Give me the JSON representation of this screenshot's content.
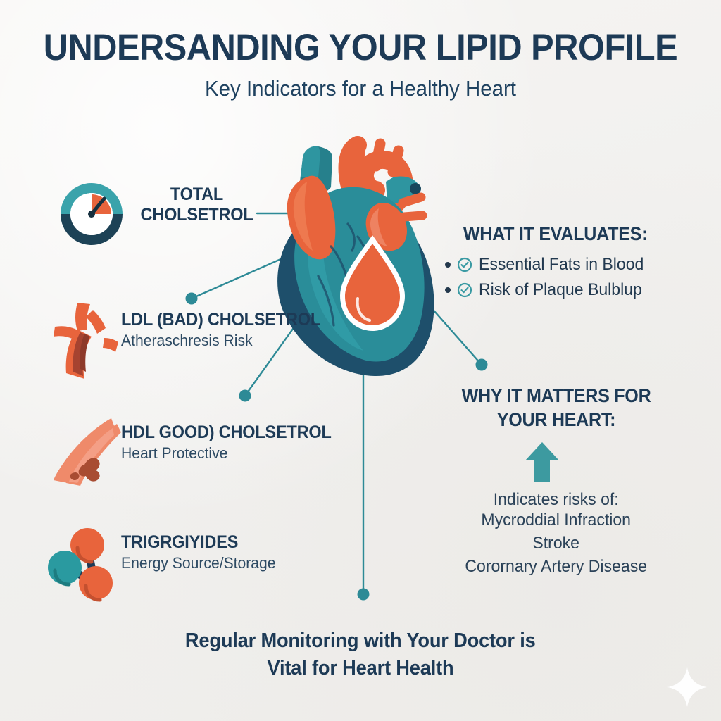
{
  "background_color": "#f3f2f0",
  "colors": {
    "navy": "#1d3a56",
    "teal": "#2d8a96",
    "teal_light": "#3a9aa3",
    "orange": "#e8643c",
    "coral": "#ef8a6a",
    "dark_navy": "#1e4f6b"
  },
  "header": {
    "title": "UNDERSANDING YOUR LIPID PROFILE",
    "subtitle": "Key Indicators for a Healthy Heart"
  },
  "metrics": [
    {
      "icon": "gauge-icon",
      "title_line1": "TOTAL",
      "title_line2": "CHOLSETROL",
      "subtitle": ""
    },
    {
      "icon": "artery-icon",
      "title_line1": "LDL (BAD) CHOLSETROL",
      "title_line2": "",
      "subtitle": "Atheraschresis Risk"
    },
    {
      "icon": "blood-vessel-plaque-icon",
      "title_line1": "HDL GOOD) CHOLSETROL",
      "title_line2": "",
      "subtitle": "Heart Protective"
    },
    {
      "icon": "molecule-icon",
      "title_line1": "TRIGRGIYIDES",
      "title_line2": "",
      "subtitle": "Energy Source/Storage"
    }
  ],
  "evaluates_panel": {
    "heading": "WHAT IT EVALUATES:",
    "items": [
      "Essential Fats in Blood",
      "Risk of Plaque Bulblup"
    ]
  },
  "matters_panel": {
    "heading_line1": "WHY IT MATTERS FOR",
    "heading_line2": "YOUR HEART:",
    "arrow_icon": "up-arrow-icon",
    "intro": "Indicates risks of:",
    "risks": [
      "Mycroddial Infraction",
      "Stroke",
      "Corornary Artery Disease"
    ]
  },
  "footer": {
    "line1": "Regular Monitoring with Your Doctor is",
    "line2": "Vital for Heart Health"
  },
  "decoration": {
    "sparkle_icon": "sparkle-icon"
  }
}
